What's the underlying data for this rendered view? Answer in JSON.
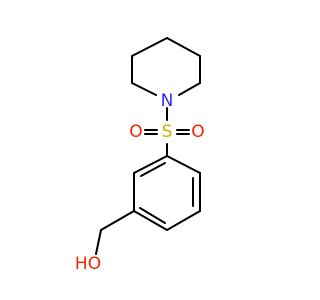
{
  "atoms": [
    {
      "id": "N1",
      "label": "N",
      "element": "N",
      "color": "#2b2bff"
    },
    {
      "id": "S1",
      "label": "S",
      "element": "S",
      "color": "#c9b000"
    },
    {
      "id": "O1",
      "label": "O",
      "element": "O",
      "color": "#ff2200"
    },
    {
      "id": "O2",
      "label": "O",
      "element": "O",
      "color": "#ff2200"
    },
    {
      "id": "OH1",
      "label": "HO",
      "element": "O",
      "color": "#ff2200"
    }
  ],
  "colors": {
    "bond": "#000000",
    "background": "#ffffff"
  }
}
